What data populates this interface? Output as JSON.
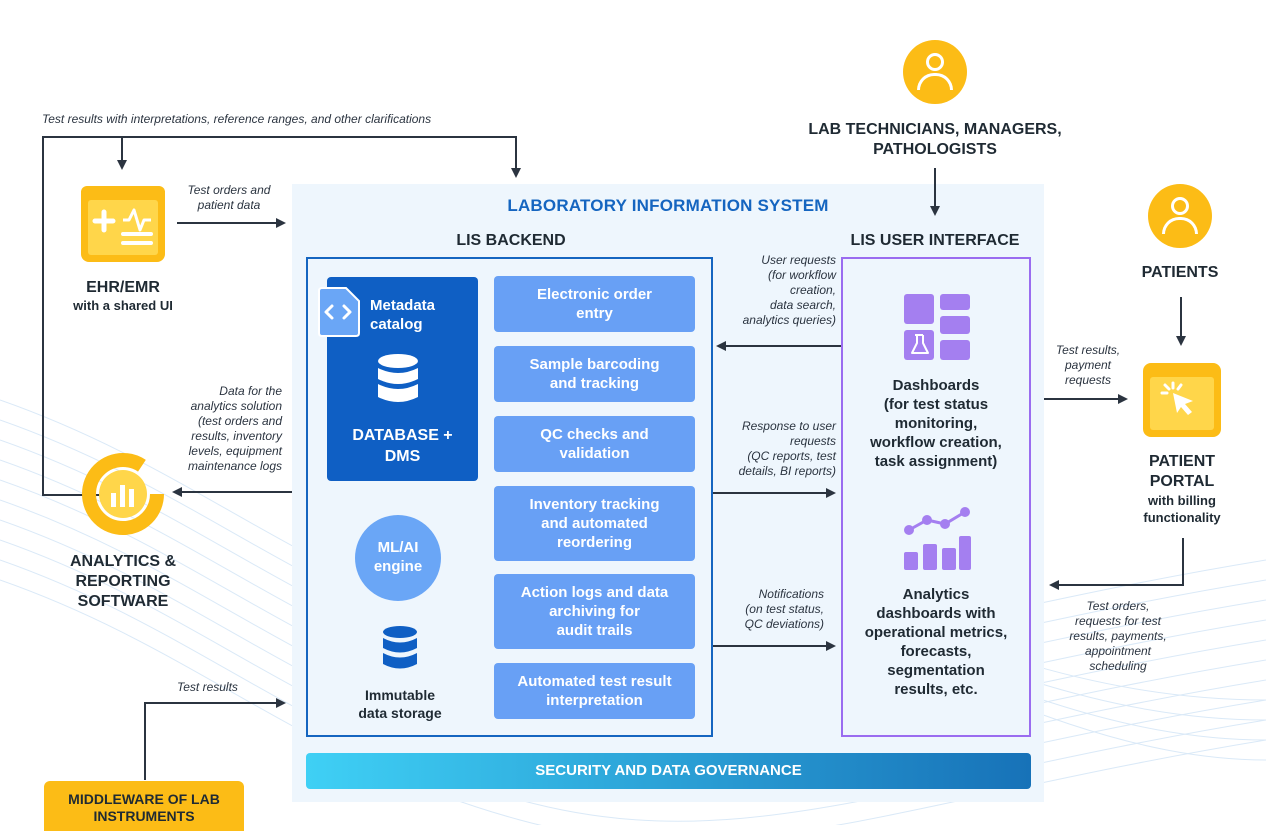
{
  "colors": {
    "accent_yellow": "#fcbc16",
    "lis_blue": "#1565c0",
    "service_blue": "#68a0f5",
    "db_blue": "#0f5fc4",
    "ui_purple": "#9a6cf0",
    "panel_bg": "#eef6fd"
  },
  "lis": {
    "title": "LABORATORY INFORMATION SYSTEM",
    "backend_title": "LIS BACKEND",
    "ui_title": "LIS USER INTERFACE",
    "security": "SECURITY AND DATA GOVERNANCE"
  },
  "backend": {
    "metadata": [
      "Metadata",
      "catalog"
    ],
    "database": [
      "DATABASE +",
      "DMS"
    ],
    "ml": [
      "ML/AI",
      "engine"
    ],
    "storage": [
      "Immutable",
      "data storage"
    ],
    "services": [
      [
        "Electronic order",
        "entry"
      ],
      [
        "Sample barcoding",
        "and tracking"
      ],
      [
        "QC checks and",
        "validation"
      ],
      [
        "Inventory tracking",
        "and automated",
        "reordering"
      ],
      [
        "Action logs and data",
        "archiving for",
        "audit trails"
      ],
      [
        "Automated test result",
        "interpretation"
      ]
    ]
  },
  "ui": {
    "dashboards": [
      "Dashboards",
      "(for test status",
      "monitoring,",
      "workflow creation,",
      "task assignment)"
    ],
    "analytics": [
      "Analytics",
      "dashboards with",
      "operational metrics,",
      "forecasts,",
      "segmentation",
      "results, etc."
    ]
  },
  "actors": {
    "ehr": [
      "EHR/EMR",
      "with a shared UI"
    ],
    "analytics_sw": [
      "ANALYTICS &",
      "REPORTING",
      "SOFTWARE"
    ],
    "middleware": [
      "MIDDLEWARE OF LAB",
      "INSTRUMENTS"
    ],
    "staff": [
      "LAB TECHNICIANS, MANAGERS,",
      "PATHOLOGISTS"
    ],
    "patients": "PATIENTS",
    "portal": [
      "PATIENT",
      "PORTAL",
      "with billing",
      "functionality"
    ]
  },
  "flows": {
    "top_feedback": "Test results with interpretations, reference ranges, and other clarifications",
    "ehr_in": [
      "Test orders and",
      "patient data"
    ],
    "analytics_out": [
      "Data for the",
      "analytics solution",
      "(test orders and",
      "results, inventory",
      "levels, equipment",
      "maintenance logs"
    ],
    "test_results": "Test results",
    "user_requests": [
      "User requests",
      "(for workflow",
      "creation,",
      "data search,",
      "analytics queries)"
    ],
    "response": [
      "Response to user",
      "requests",
      "(QC reports, test",
      "details, BI reports)"
    ],
    "notifications": [
      "Notifications",
      "(on test status,",
      "QC deviations)"
    ],
    "portal_in": [
      "Test results,",
      "payment",
      "requests"
    ],
    "portal_out": [
      "Test orders,",
      "requests for test",
      "results, payments,",
      "appointment",
      "scheduling"
    ]
  },
  "icons": [
    "person-icon",
    "ehr-icon",
    "analytics-donut-icon",
    "code-file-icon",
    "database-icon",
    "dashboard-grid-icon",
    "line-bar-chart-icon",
    "cursor-click-icon"
  ]
}
